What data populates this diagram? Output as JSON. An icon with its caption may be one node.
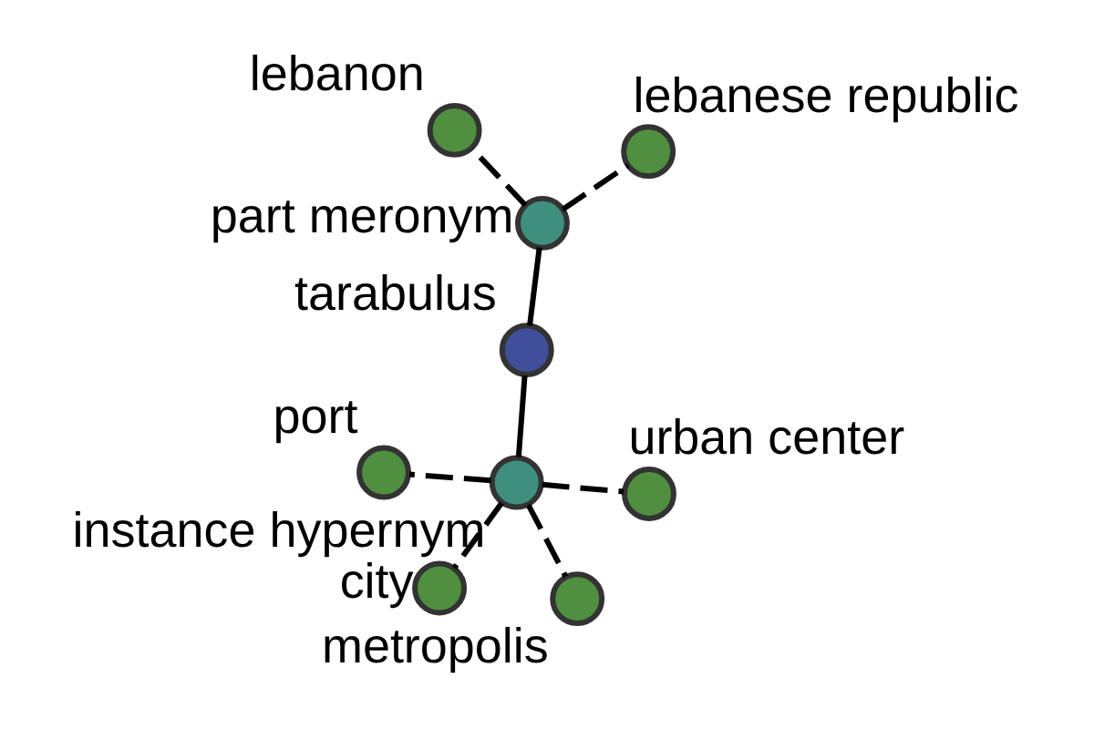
{
  "diagram": {
    "nodes": [
      {
        "text": [
          "tarabulus"
        ]
      },
      {
        "text": [
          "part meronym"
        ]
      },
      {
        "text": [
          "instance hypernym"
        ]
      },
      {
        "text": [
          "lebanon"
        ]
      },
      {
        "text": [
          "lebanese republic"
        ]
      },
      {
        "text": [
          "port"
        ]
      },
      {
        "text": [
          "city"
        ]
      },
      {
        "text": [
          "metropolis"
        ]
      },
      {
        "text": [
          "urban center"
        ]
      }
    ],
    "edges": [
      {
        "from": 0,
        "to": 1,
        "arrow": "none"
      },
      {
        "from": 0,
        "to": 2,
        "arrow": "none"
      },
      {
        "from": 1,
        "to": 3,
        "arrow": "none",
        "style": "dashed"
      },
      {
        "from": 1,
        "to": 4,
        "arrow": "none",
        "style": "dashed"
      },
      {
        "from": 2,
        "to": 5,
        "arrow": "none",
        "style": "dashed"
      },
      {
        "from": 2,
        "to": 6,
        "arrow": "none",
        "style": "dashed"
      },
      {
        "from": 2,
        "to": 7,
        "arrow": "none",
        "style": "dashed"
      },
      {
        "from": 2,
        "to": 8,
        "arrow": "none",
        "style": "dashed"
      }
    ]
  }
}
